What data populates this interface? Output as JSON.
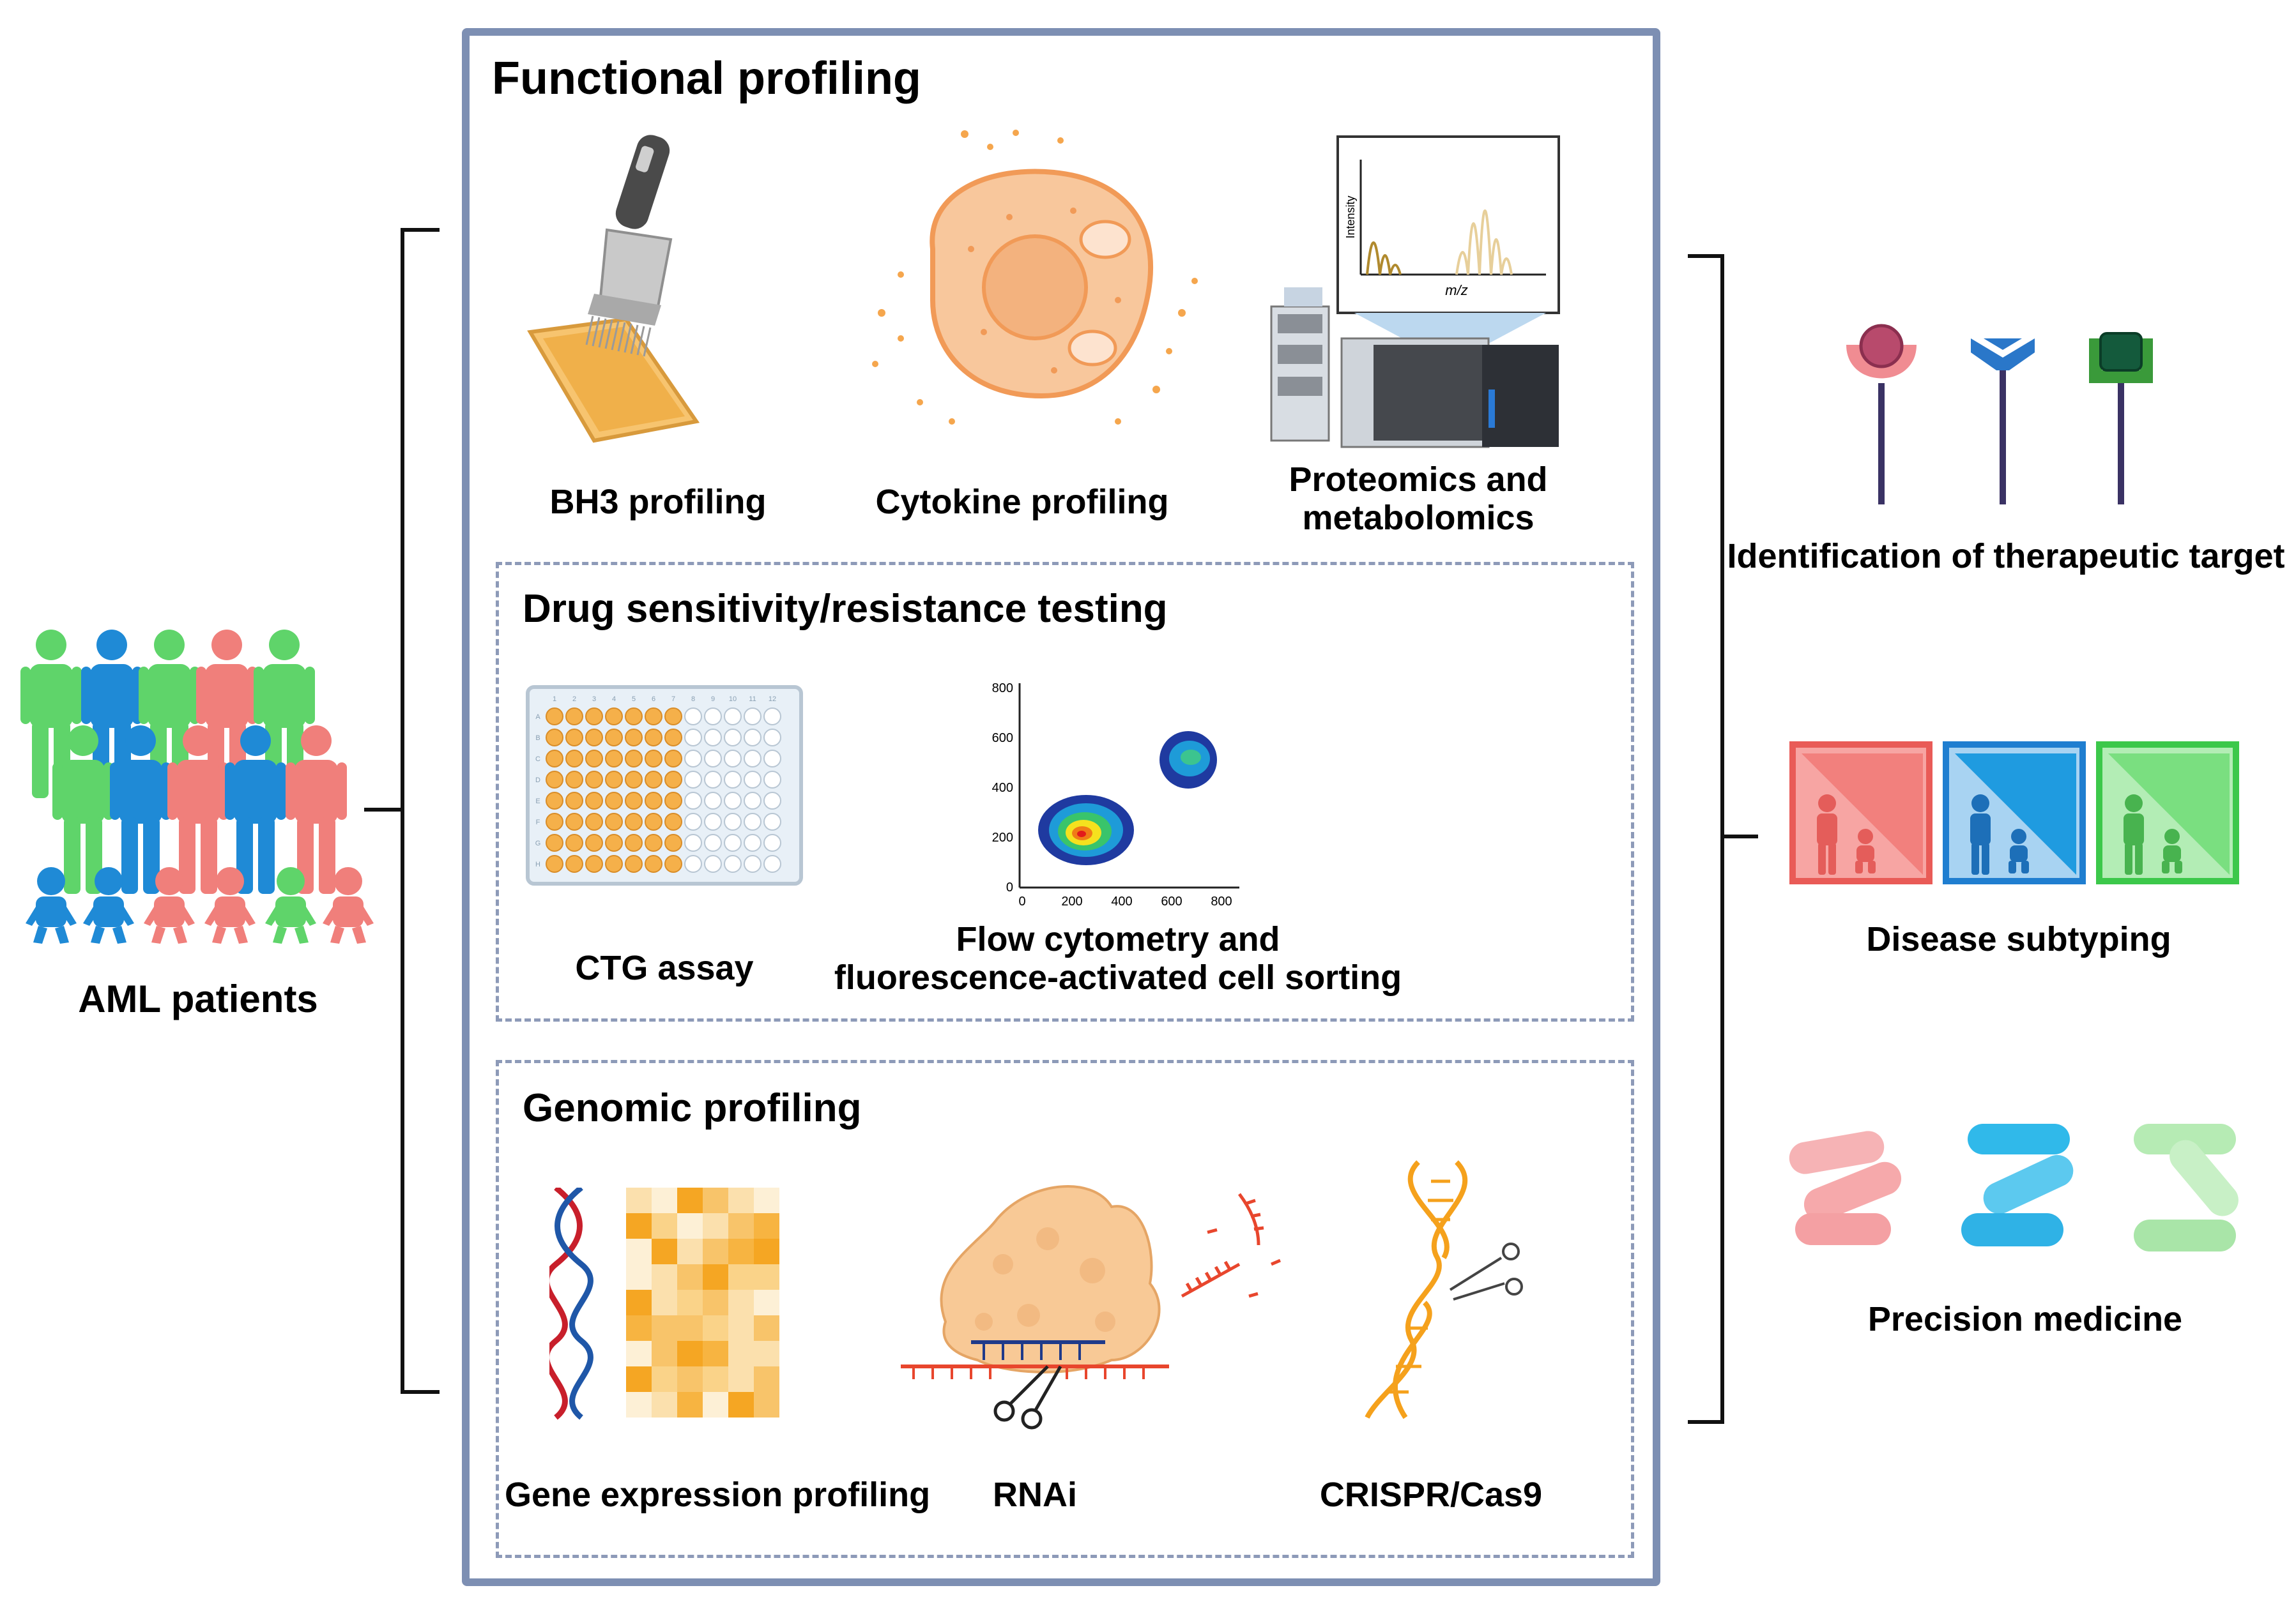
{
  "left": {
    "label": "AML patients"
  },
  "center": {
    "title": "Functional profiling",
    "functional_items": [
      {
        "label": "BH3 profiling"
      },
      {
        "label": "Cytokine profiling"
      },
      {
        "label_line1": "Proteomics and",
        "label_line2": "metabolomics"
      }
    ],
    "ms_plot": {
      "ylabel": "Intensity",
      "xlabel": "m/z"
    },
    "drug": {
      "title": "Drug sensitivity/resistance testing",
      "items": [
        {
          "label": "CTG assay"
        },
        {
          "label_line1": "Flow cytometry and",
          "label_line2": "fluorescence-activated cell sorting"
        }
      ],
      "plate_cols": [
        "1",
        "2",
        "3",
        "4",
        "5",
        "6",
        "7",
        "8",
        "9",
        "10",
        "11",
        "12"
      ],
      "plate_rows": [
        "A",
        "B",
        "C",
        "D",
        "E",
        "F",
        "G",
        "H"
      ],
      "flow_axis": {
        "x_ticks": [
          "0",
          "200",
          "400",
          "600",
          "800"
        ],
        "y_ticks": [
          "0",
          "200",
          "400",
          "600",
          "800"
        ]
      }
    },
    "genomic": {
      "title": "Genomic profiling",
      "items": [
        {
          "label": "Gene expression profiling"
        },
        {
          "label": "RNAi"
        },
        {
          "label": "CRISPR/Cas9"
        }
      ]
    }
  },
  "right": {
    "items": [
      {
        "label": "Identification of therapeutic target"
      },
      {
        "label": "Disease subtyping"
      },
      {
        "label": "Precision medicine"
      }
    ]
  },
  "colors": {
    "frame": "#7d8fb3",
    "dashed": "#8d9ab8",
    "red": "#f07f7b",
    "blue": "#1f8ad6",
    "green": "#5fd46a",
    "orange": "#f5a623"
  }
}
